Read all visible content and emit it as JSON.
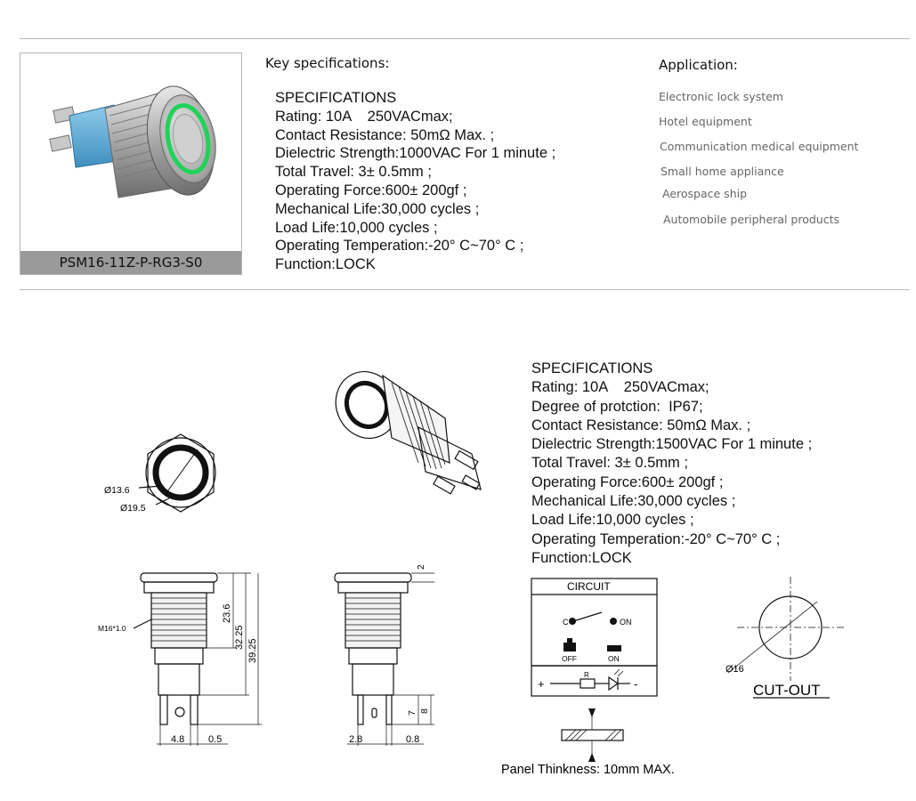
{
  "product": {
    "caption": "PSM16-11Z-P-RG3-S0"
  },
  "key_specs": {
    "title": "Key specifications:",
    "lines": [
      "SPECIFICATIONS",
      "Rating: 10A    250VACmax;",
      "Contact Resistance: 50mΩ Max. ;",
      "Dielectric Strength:1000VAC For 1 minute ;",
      "Total Travel: 3± 0.5mm ;",
      "Operating Force:600± 200gf ;",
      "Mechanical Life:30,000 cycles ;",
      "Load Life:10,000 cycles ;",
      "Operating Temperation:-20° C~70° C ;",
      "Function:LOCK"
    ]
  },
  "application": {
    "title": "Application:",
    "items": [
      "Electronic lock system",
      "Hotel equipment",
      "Communication medical  equipment",
      "Small home appliance",
      "Aerospace ship",
      "Automobile peripheral products"
    ]
  },
  "drawing_specs": {
    "lines": [
      "SPECIFICATIONS",
      "Rating: 10A    250VACmax;",
      "Degree of protction:  IP67;",
      "Contact Resistance: 50mΩ Max. ;",
      "Dielectric Strength:1500VAC For 1 minute ;",
      "Total Travel: 3± 0.5mm ;",
      "Operating Force:600± 200gf ;",
      "Mechanical Life:30,000 cycles ;",
      "Load Life:10,000 cycles ;",
      "Operating Temperation:-20° C~70° C ;",
      "Function:LOCK"
    ]
  },
  "drawing": {
    "dia_inner": "Ø13.6",
    "dia_outer": "Ø19.5",
    "thread": "M16*1.0",
    "dim_23_6": "23.6",
    "dim_32_25": "32.25",
    "dim_39_25": "39.25",
    "dim_4_8": "4.8",
    "dim_0_5": "0.5",
    "dim_2": "2",
    "dim_2_8": "2.8",
    "dim_0_8": "0.8",
    "dim_7": "7",
    "dim_8": "8",
    "circuit_title": "CIRCUIT",
    "c_label": "C",
    "on_label": "ON",
    "off_label": "OFF",
    "on_label2": "ON",
    "r_label": "R",
    "plus": "+",
    "minus": "-",
    "cutout_dia": "Ø16",
    "cutout_label": "CUT-OUT",
    "panel_note": "Panel Thinkness: 10mm MAX."
  },
  "colors": {
    "led_green": "#22d15a",
    "sleeve_blue": "#5aa9d6",
    "caption_bg": "#9a9a9a"
  }
}
